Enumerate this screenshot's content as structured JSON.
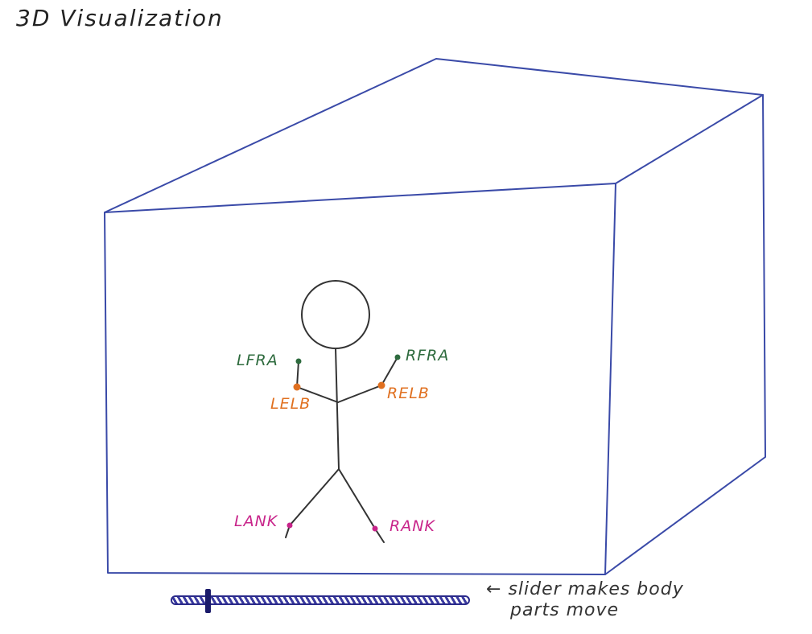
{
  "title": "3D Visualization",
  "colors": {
    "box": "#3a4aa8",
    "figure": "#333333",
    "forearm_marker": "#2e6b3e",
    "elbow_marker": "#e07020",
    "ankle_marker": "#c8248a",
    "slider": "#2a2a8a"
  },
  "markers": {
    "lfra": "LFRA",
    "rfra": "RFRA",
    "lelb": "LELB",
    "relb": "RELB",
    "lank": "LANK",
    "rank": "RANK"
  },
  "slider": {
    "value_fraction": 0.12
  },
  "note": {
    "arrow": "←",
    "line1": "slider makes body",
    "line2": "parts move"
  }
}
